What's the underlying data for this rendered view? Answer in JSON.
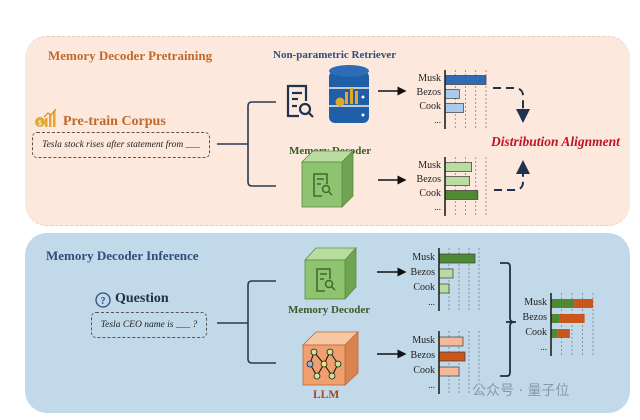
{
  "pretraining": {
    "title": "Memory Decoder Pretraining",
    "corpus_label": "Pre-train Corpus",
    "corpus_icon": "finance-chart-coin-icon",
    "corpus_text": "Tesla stock rises after statement from ___",
    "retriever_label": "Non-parametric Retriever",
    "retriever_icons": [
      "document-search-icon",
      "database-icon"
    ],
    "decoder_label": "Memory Decoder",
    "decoder_icon": "green-cube-document-search-icon",
    "alignment_label": "Distribution Alignment"
  },
  "inference": {
    "title": "Memory Decoder Inference",
    "question_label": "Question",
    "question_icon": "question-circle-icon",
    "question_text": "Tesla CEO name is ___ ?",
    "decoder_label": "Memory Decoder",
    "llm_label": "LLM",
    "llm_icon": "orange-cube-neural-network-icon"
  },
  "watermark": "公众号 · 量子位",
  "colors": {
    "retriever_top": "#2e6db5",
    "retriever_light": "#aacbea",
    "decoder_dark": "#4e8a36",
    "decoder_light": "#b9dca0",
    "llm_dark": "#c9571c",
    "llm_light": "#f5b99a",
    "alignment_red": "#c01525",
    "pre_title": "#c0692a",
    "inf_title": "#2f4d7d"
  },
  "chart_data": [
    {
      "type": "bar",
      "name": "retriever-distribution",
      "categories": [
        "Musk",
        "Bezos",
        "Cook",
        "..."
      ],
      "values": [
        1.0,
        0.35,
        0.45,
        null
      ],
      "emphasis": [
        true,
        false,
        false,
        false
      ],
      "xlim": [
        0,
        1
      ],
      "grid": true
    },
    {
      "type": "bar",
      "name": "pretrain-decoder-distribution",
      "categories": [
        "Musk",
        "Bezos",
        "Cook",
        "..."
      ],
      "values": [
        0.65,
        0.6,
        0.8,
        null
      ],
      "emphasis": [
        false,
        false,
        true,
        false
      ],
      "xlim": [
        0,
        1
      ],
      "grid": true
    },
    {
      "type": "bar",
      "name": "inference-decoder-distribution",
      "categories": [
        "Musk",
        "Bezos",
        "Cook",
        "..."
      ],
      "values": [
        0.9,
        0.35,
        0.25,
        null
      ],
      "emphasis": [
        true,
        false,
        false,
        false
      ],
      "xlim": [
        0,
        1
      ],
      "grid": true
    },
    {
      "type": "bar",
      "name": "llm-distribution",
      "categories": [
        "Musk",
        "Bezos",
        "Cook",
        "..."
      ],
      "values": [
        0.6,
        0.65,
        0.5,
        null
      ],
      "emphasis": [
        false,
        true,
        false,
        false
      ],
      "xlim": [
        0,
        1
      ],
      "grid": true
    },
    {
      "type": "bar",
      "name": "combined-distribution",
      "stacked": true,
      "categories": [
        "Musk",
        "Bezos",
        "Cook",
        "..."
      ],
      "series": [
        {
          "name": "Memory Decoder",
          "values": [
            0.55,
            0.2,
            0.15,
            null
          ]
        },
        {
          "name": "LLM",
          "values": [
            0.45,
            0.6,
            0.3,
            null
          ]
        }
      ],
      "xlim": [
        0,
        1
      ],
      "grid": true
    }
  ]
}
